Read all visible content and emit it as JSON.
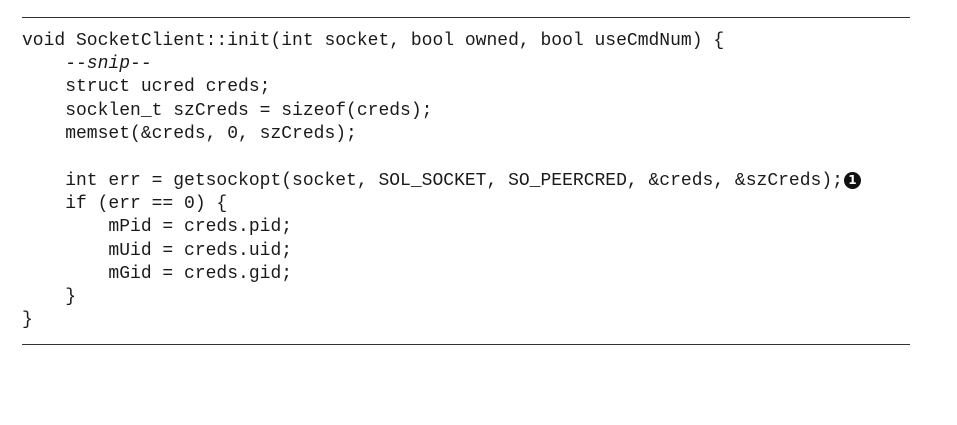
{
  "code_listing": {
    "lines": [
      "void SocketClient::init(int socket, bool owned, bool useCmdNum) {",
      "    --snip--",
      "    struct ucred creds;",
      "    socklen_t szCreds = sizeof(creds);",
      "    memset(&creds, 0, szCreds);",
      "",
      "    int err = getsockopt(socket, SOL_SOCKET, SO_PEERCRED, &creds, &szCreds);",
      "    if (err == 0) {",
      "        mPid = creds.pid;",
      "        mUid = creds.uid;",
      "        mGid = creds.gid;",
      "    }",
      "}"
    ],
    "callout": {
      "line_index": 6,
      "label": "1"
    },
    "snip_line_index": 1
  }
}
